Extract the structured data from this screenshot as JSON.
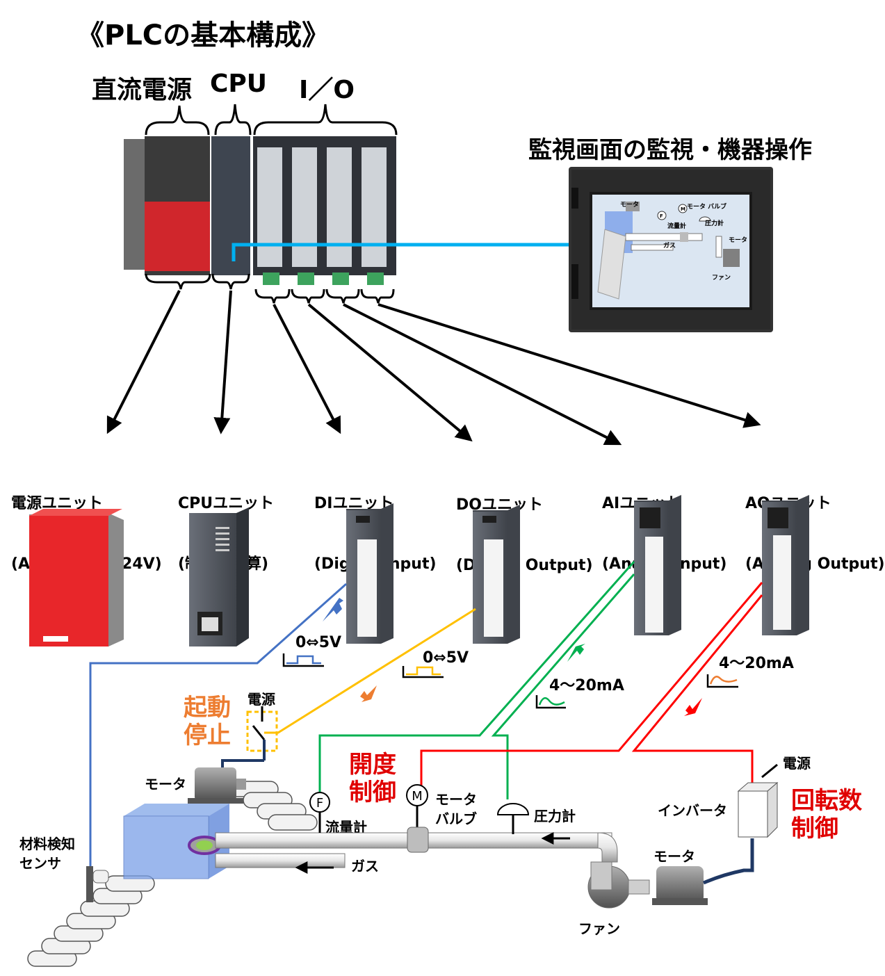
{
  "title": "《PLCの基本構成》",
  "rack_headers": {
    "power": "直流電源",
    "cpu": "CPU",
    "io": "I／O"
  },
  "monitor": {
    "title": "監視画面の監視・機器操作",
    "screen": {
      "motor_top": "モータ",
      "motor_valve": "モータ\nバルブ",
      "flow": "流量計",
      "pressure": "圧力計",
      "motor_right": "モータ",
      "gas": "ガス",
      "fan": "ファン",
      "f_symbol": "F",
      "m_symbol": "M"
    }
  },
  "modules": [
    {
      "name": "電源ユニット",
      "desc": "(AC100V⇒DC24V)"
    },
    {
      "name": "CPUユニット",
      "desc": "(制御・計算)"
    },
    {
      "name": "DIユニット",
      "desc": "(Digital Input)"
    },
    {
      "name": "DOユニット",
      "desc": "(Digital Output)"
    },
    {
      "name": "AIユニット",
      "desc": "(Analog Input)"
    },
    {
      "name": "AOユニット",
      "desc": "(Analog Output)"
    }
  ],
  "signals": {
    "di": "0⇔5V",
    "do": "0⇔5V",
    "ai": "4～20mA",
    "ao": "4～20mA"
  },
  "process": {
    "power_switch": "電源",
    "start_stop": "起動\n停止",
    "motor_conveyor": "モータ",
    "sensor": "材料検知\nセンサ",
    "f_symbol": "F",
    "flow_meter": "流量計",
    "m_symbol": "M",
    "motor_valve": "モータ\nバルブ",
    "opening_control": "開度\n制御",
    "pressure_gauge": "圧力計",
    "gas": "ガス",
    "power_inverter": "電源",
    "inverter": "インバータ",
    "speed_control": "回転数\n制御",
    "motor_fan": "モータ",
    "fan": "ファン"
  },
  "colors": {
    "di_line": "#4472C4",
    "do_line": "#FFC000",
    "ai_line": "#00B050",
    "ao_line": "#FF0000",
    "monitor_link": "#00B0F0",
    "module_red": "#E8262A",
    "module_gray": "#5A5F68",
    "accent_orange": "#ED7D31",
    "accent_red": "#E00000"
  }
}
